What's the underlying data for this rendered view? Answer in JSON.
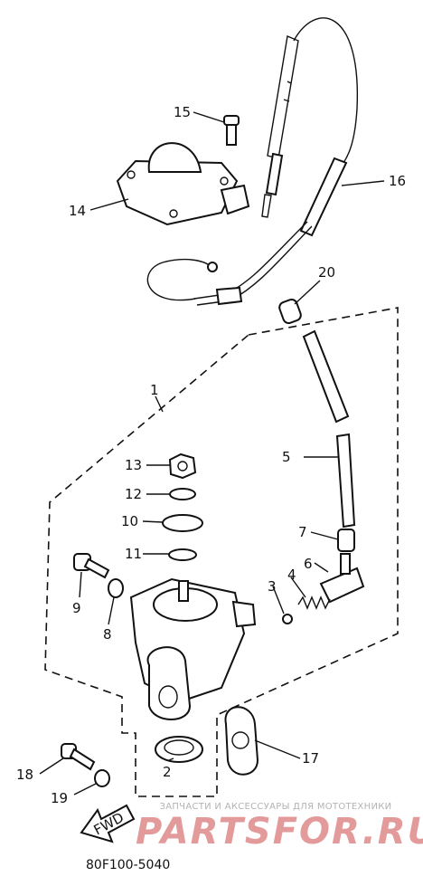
{
  "diagram": {
    "callouts": {
      "c1": "1",
      "c2": "2",
      "c3": "3",
      "c4": "4",
      "c5": "5",
      "c6": "6",
      "c7": "7",
      "c8": "8",
      "c9": "9",
      "c10": "10",
      "c11": "11",
      "c12": "12",
      "c13": "13",
      "c14": "14",
      "c15": "15",
      "c16": "16",
      "c17": "17",
      "c18": "18",
      "c19": "19",
      "c20": "20"
    },
    "fwd_label": "FWD",
    "part_number": "80F100-5040"
  },
  "watermark": {
    "caption": "ЗАПЧАСТИ И АКСЕССУАРЫ ДЛЯ МОТОТЕХНИКИ",
    "brand": "PARTSFOR.RU",
    "color": "#e39a9a"
  }
}
